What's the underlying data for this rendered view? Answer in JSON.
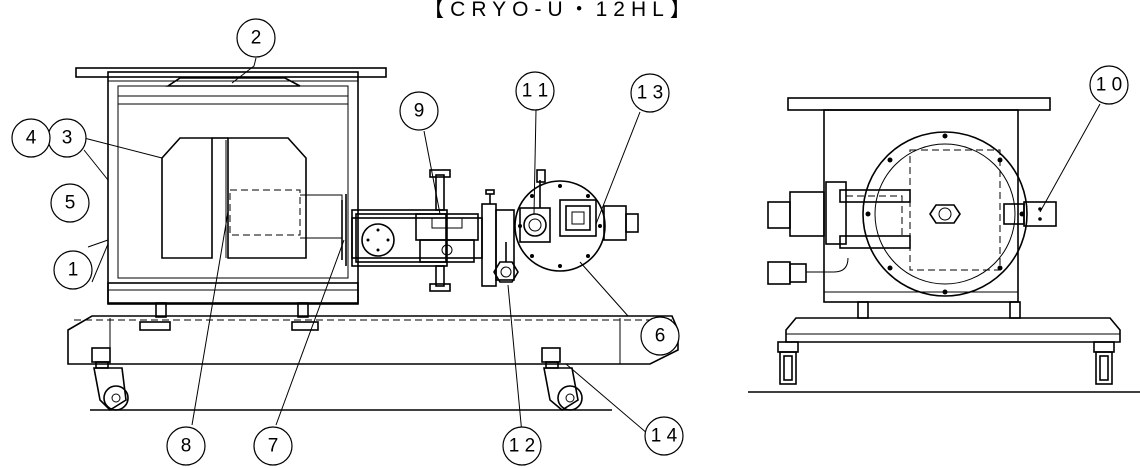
{
  "title": "【CRYO-U・12HL】",
  "callouts": {
    "c1": "1",
    "c2": "2",
    "c3": "3",
    "c4": "4",
    "c5": "5",
    "c6": "6",
    "c7": "7",
    "c8": "8",
    "c9": "9",
    "c10": "1 0",
    "c11": "1 1",
    "c12": "1 2",
    "c13": "1 3",
    "c14": "1 4"
  }
}
